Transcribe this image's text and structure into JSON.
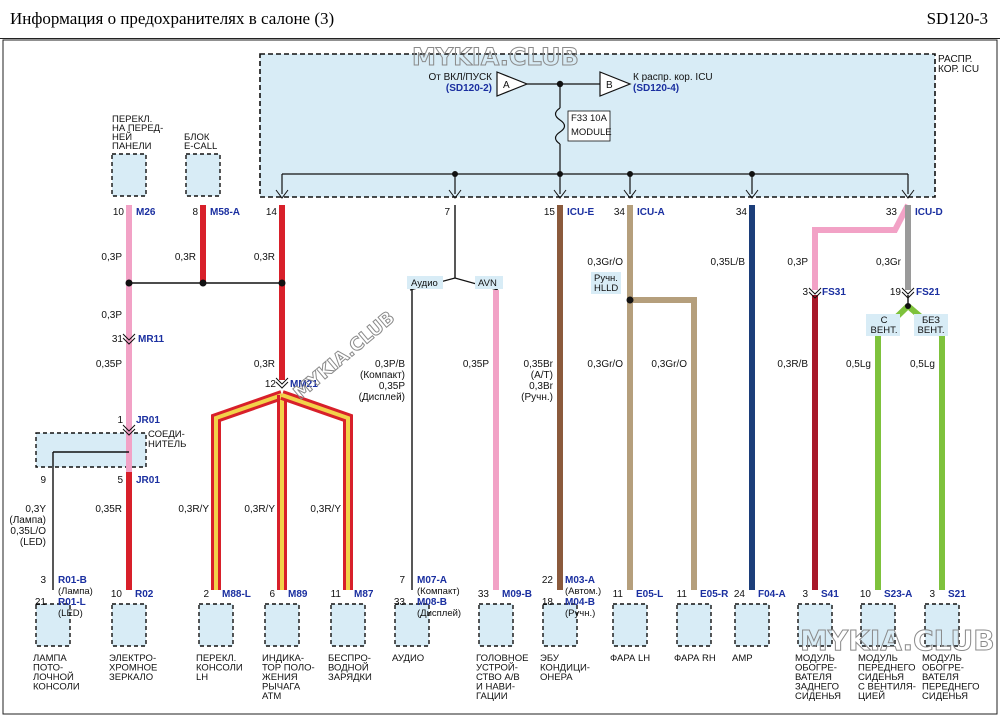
{
  "header": {
    "title": "Информация о предохранителях в салоне (3)",
    "code": "SD120-3"
  },
  "watermarks": [
    "MYKIA.CLUB",
    "MYKIA.CLUB",
    "MYKIA.CLUB"
  ],
  "jb": {
    "label_lines": [
      "РАСПР.",
      "КОР. ICU"
    ],
    "in_label": "От ВКЛ/ПУСК",
    "in_ref": "(SD120-2)",
    "in_letter": "A",
    "out_label": "К распр. кор. ICU",
    "out_ref": "(SD120-4)",
    "out_letter": "B",
    "fuse_name": "F33 10A",
    "fuse_module": "MODULE"
  },
  "top_components": {
    "switch_lines": [
      "ПЕРЕКЛ.",
      "НА ПЕРЕД-",
      "НЕЙ",
      "ПАНЕЛИ"
    ],
    "ecall_lines": [
      "БЛОК",
      "E-CALL"
    ]
  },
  "pins": {
    "m26": "10",
    "m58": "8",
    "p14": "14",
    "p7": "7",
    "p15": "15",
    "p34a": "34",
    "p34b": "34",
    "p33": "33",
    "mr11": "31",
    "mm21": "12",
    "jr01a": "1",
    "jr01b": "9",
    "jr01c": "5",
    "fs31": "3",
    "fs21": "19"
  },
  "connectors": {
    "m26": "M26",
    "m58": "M58-A",
    "icue": "ICU-E",
    "icua": "ICU-A",
    "icud": "ICU-D",
    "mr11": "MR11",
    "mm21": "MM21",
    "jr01a": "JR01",
    "jr01b": "JR01",
    "fs31": "FS31",
    "fs21": "FS21"
  },
  "wire_labels": {
    "w1": "0,3P",
    "w2": "0,3R",
    "w3": "0,3R",
    "w4": "0,3P",
    "w5": "0,35P",
    "w6": "0,3R",
    "w7": "0,35R",
    "w8": "0,3R/Y",
    "w9": "0,3R/Y",
    "w10": "0,3R/Y",
    "w11a": "0,3P/B",
    "w11b": "(Компакт)",
    "w11c": "0,35P",
    "w11d": "(Дисплей)",
    "w12": "0,35P",
    "w13a": "0,35Br",
    "w13b": "(A/T)",
    "w13c": "0,3Br",
    "w13d": "(Ручн.)",
    "w14": "0,3Gr/O",
    "w15": "0,3Gr/O",
    "w16": "0,3Gr/O",
    "w17": "0,35L/B",
    "w18": "0,3P",
    "w19": "0,3R/B",
    "w20": "0,3Gr",
    "w21": "0,5Lg",
    "w22": "0,5Lg",
    "w23a": "0,3Y",
    "w23b": "(Лампа)",
    "w23c": "0,35L/O",
    "w23d": "(LED)"
  },
  "branches": {
    "audio": "Аудио",
    "avn": "AVN",
    "hlld": [
      "Ручн.",
      "HLLD"
    ],
    "vent": [
      "С",
      "ВЕНТ."
    ],
    "novent": [
      "БЕЗ",
      "ВЕНТ."
    ],
    "joint": [
      "СОЕДИ-",
      "НИТЕЛЬ"
    ]
  },
  "bottom_connectors": [
    {
      "pin1": "3",
      "conn1": "R01-B",
      "note1": "(Лампа)",
      "pin2": "21",
      "conn2": "R01-L",
      "note2": "(LED)",
      "lines": [
        "ЛАМПА",
        "ПОТО-",
        "ЛОЧНОЙ",
        "КОНСОЛИ"
      ]
    },
    {
      "pin": "10",
      "conn": "R02",
      "lines": [
        "ЭЛЕКТРО-",
        "ХРОМНОЕ",
        "ЗЕРКАЛО"
      ]
    },
    {
      "pin": "2",
      "conn": "M88-L",
      "lines": [
        "ПЕРЕКЛ.",
        "КОНСОЛИ",
        "LH"
      ]
    },
    {
      "pin": "6",
      "conn": "M89",
      "lines": [
        "ИНДИКА-",
        "ТОР ПОЛО-",
        "ЖЕНИЯ",
        "РЫЧАГА",
        "АТМ"
      ]
    },
    {
      "pin": "11",
      "conn": "M87",
      "lines": [
        "БЕСПРО-",
        "ВОДНОЙ",
        "ЗАРЯДКИ"
      ]
    },
    {
      "pin1": "7",
      "conn1": "M07-A",
      "note1": "(Компакт)",
      "pin2": "33",
      "conn2": "M08-B",
      "note2": "(Дисплей)",
      "lines": [
        "АУДИО"
      ]
    },
    {
      "pin": "33",
      "conn": "M09-B",
      "lines": [
        "ГОЛОВНОЕ",
        "УСТРОЙ-",
        "СТВО А/В",
        "И НАВИ-",
        "ГАЦИИ"
      ]
    },
    {
      "pin1": "22",
      "conn1": "M03-A",
      "note1": "(Автом.)",
      "pin2": "18",
      "conn2": "M04-B",
      "note2": "(Ручн.)",
      "lines": [
        "ЭБУ",
        "КОНДИЦИ-",
        "ОНЕРА"
      ]
    },
    {
      "pin": "11",
      "conn": "E05-L",
      "lines": [
        "ФАРА LH"
      ]
    },
    {
      "pin": "11",
      "conn": "E05-R",
      "lines": [
        "ФАРА RH"
      ]
    },
    {
      "pin": "24",
      "conn": "F04-A",
      "lines": [
        "AMP"
      ]
    },
    {
      "pin": "3",
      "conn": "S41",
      "lines": [
        "МОДУЛЬ",
        "ОБОГРЕ-",
        "ВАТЕЛЯ",
        "ЗАДНЕГО",
        "СИДЕНЬЯ"
      ]
    },
    {
      "pin": "10",
      "conn": "S23-A",
      "lines": [
        "МОДУЛЬ",
        "ПЕРЕДНЕГО",
        "СИДЕНЬЯ",
        "С ВЕНТИЛЯ-",
        "ЦИЕЙ"
      ]
    },
    {
      "pin": "3",
      "conn": "S21",
      "lines": [
        "МОДУЛЬ",
        "ОБОГРЕ-",
        "ВАТЕЛЯ",
        "ПЕРЕДНЕГО",
        "СИДЕНЬЯ"
      ]
    }
  ],
  "colors": {
    "jb_fill": "#d8ecf6",
    "pink": "#f2a2c6",
    "red": "#d8202a",
    "brown": "#8b5a3c",
    "tan": "#b59f7c",
    "navy": "#1c3e7a",
    "darkred": "#a8182a",
    "gray": "#9a9a9a",
    "lime": "#7ec23c",
    "black": "#222222",
    "conn_text": "#1a2fa0"
  }
}
